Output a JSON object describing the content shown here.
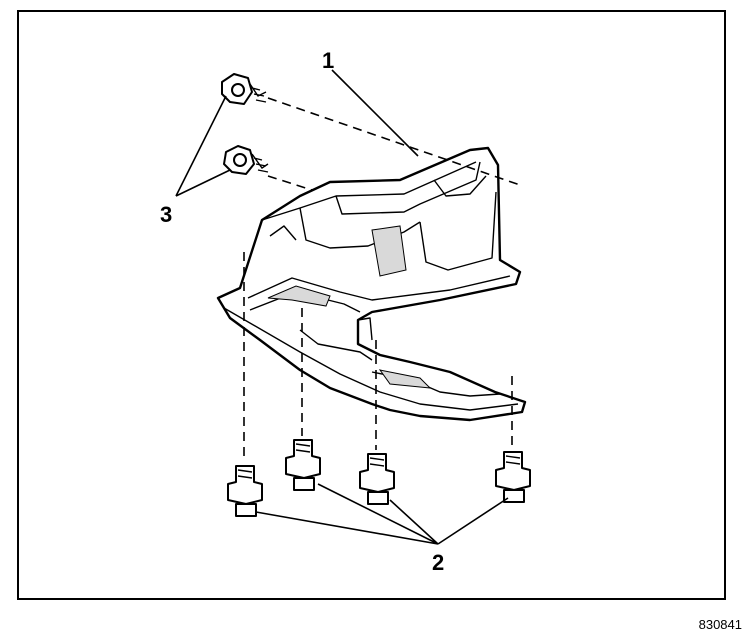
{
  "callouts": {
    "part1": "1",
    "part2": "2",
    "part3": "3"
  },
  "figure_id": "830841"
}
